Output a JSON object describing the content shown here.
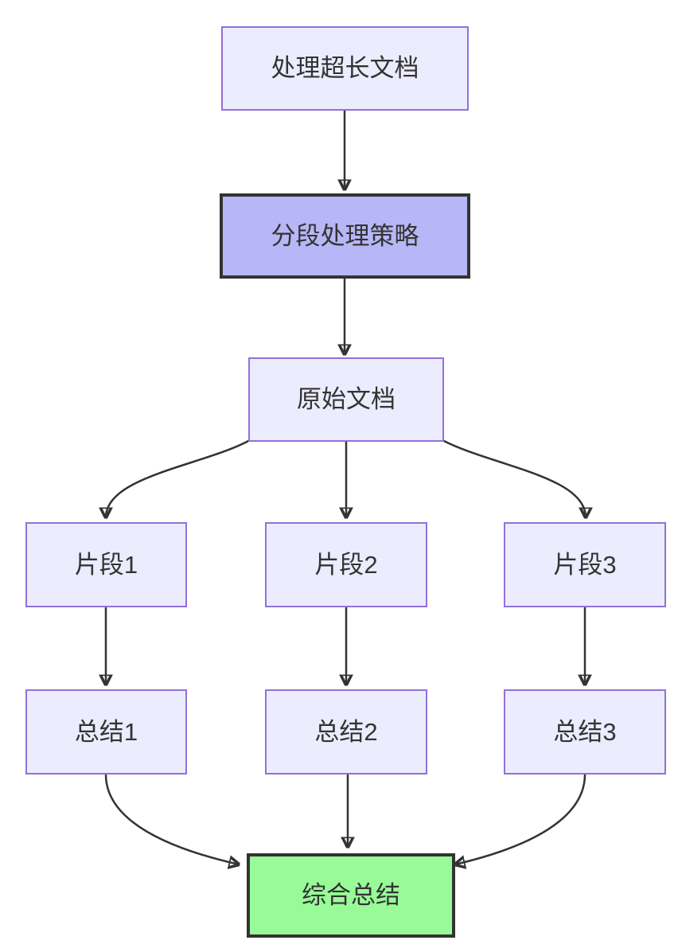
{
  "diagram": {
    "type": "flowchart",
    "direction": "top-down",
    "colors": {
      "background": "#ffffff",
      "default_node_fill": "#ECECFF",
      "default_node_border": "#9370DB",
      "strategy_node_fill": "#B7B7F7",
      "strategy_node_border": "#333333",
      "final_node_fill": "#98FB98",
      "final_node_border": "#333333",
      "edge_color": "#333333",
      "text_color": "#333333"
    },
    "nodes": [
      {
        "id": "doc",
        "label": "处理超长文档",
        "role": "default"
      },
      {
        "id": "strategy",
        "label": "分段处理策略",
        "role": "strategy"
      },
      {
        "id": "original",
        "label": "原始文档",
        "role": "default"
      },
      {
        "id": "chunk1",
        "label": "片段1",
        "role": "default"
      },
      {
        "id": "chunk2",
        "label": "片段2",
        "role": "default"
      },
      {
        "id": "chunk3",
        "label": "片段3",
        "role": "default"
      },
      {
        "id": "sum1",
        "label": "总结1",
        "role": "default"
      },
      {
        "id": "sum2",
        "label": "总结2",
        "role": "default"
      },
      {
        "id": "sum3",
        "label": "总结3",
        "role": "default"
      },
      {
        "id": "final",
        "label": "综合总结",
        "role": "final"
      }
    ],
    "edges": [
      {
        "from": "doc",
        "to": "strategy"
      },
      {
        "from": "strategy",
        "to": "original"
      },
      {
        "from": "original",
        "to": "chunk1"
      },
      {
        "from": "original",
        "to": "chunk2"
      },
      {
        "from": "original",
        "to": "chunk3"
      },
      {
        "from": "chunk1",
        "to": "sum1"
      },
      {
        "from": "chunk2",
        "to": "sum2"
      },
      {
        "from": "chunk3",
        "to": "sum3"
      },
      {
        "from": "sum1",
        "to": "final"
      },
      {
        "from": "sum2",
        "to": "final"
      },
      {
        "from": "sum3",
        "to": "final"
      }
    ]
  }
}
